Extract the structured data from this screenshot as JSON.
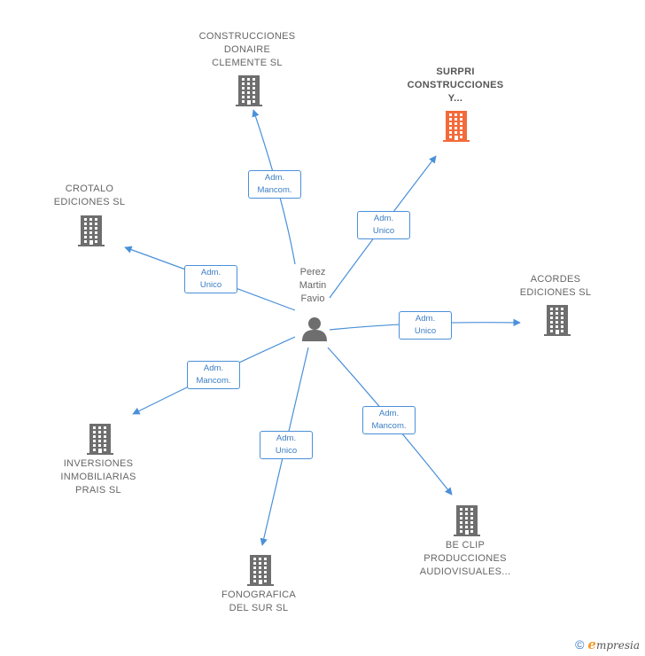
{
  "center": {
    "name": "Perez\nMartin\nFavio",
    "icon": "person-icon"
  },
  "colors": {
    "accent": "#4a90d9",
    "node": "#6e6e6e",
    "highlight": "#f26b3a"
  },
  "companies": [
    {
      "id": "construcciones-donaire",
      "name": "CONSTRUCCIONES\nDONAIRE\nCLEMENTE  SL",
      "role": "Adm.\nMancom.",
      "highlight": false
    },
    {
      "id": "surpri",
      "name": "SURPRI\nCONSTRUCCIONES\nY...",
      "role": "Adm.\nUnico",
      "highlight": true
    },
    {
      "id": "crotalo",
      "name": "CROTALO\nEDICIONES SL",
      "role": "Adm.\nUnico",
      "highlight": false
    },
    {
      "id": "acordes",
      "name": "ACORDES\nEDICIONES SL",
      "role": "Adm.\nUnico",
      "highlight": false
    },
    {
      "id": "inversiones",
      "name": "INVERSIONES\nINMOBILIARIAS\nPRAIS  SL",
      "role": "Adm.\nMancom.",
      "highlight": false
    },
    {
      "id": "fonografica",
      "name": "FONOGRAFICA\nDEL SUR  SL",
      "role": "Adm.\nUnico",
      "highlight": false
    },
    {
      "id": "be-clip",
      "name": "BE CLIP\nPRODUCCIONES\nAUDIOVISUALES...",
      "role": "Adm.\nMancom.",
      "highlight": false
    }
  ],
  "footer": {
    "copyright": "©",
    "brand_initial": "e",
    "brand_rest": "mpresia"
  }
}
